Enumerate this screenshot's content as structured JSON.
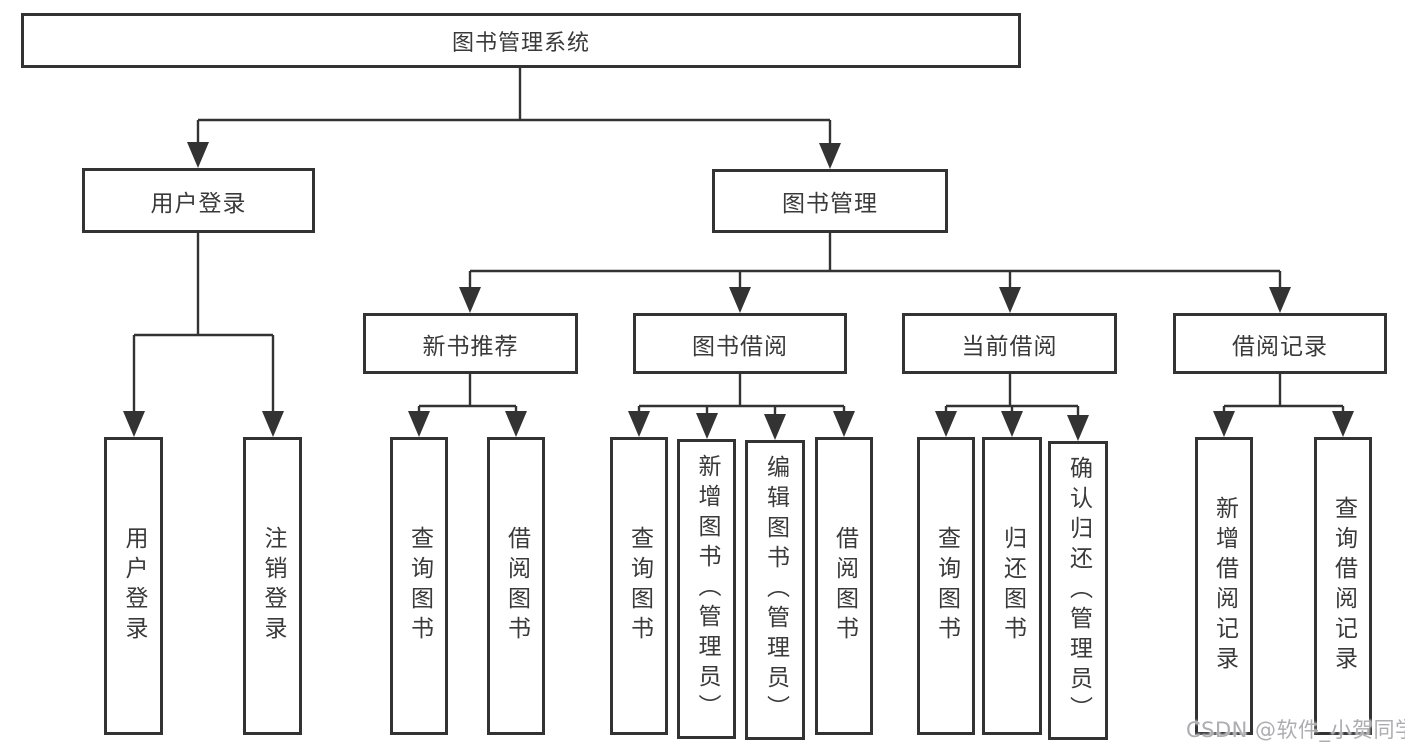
{
  "tree": {
    "root": "图书管理系统",
    "children": [
      {
        "label": "用户登录",
        "children": [
          {
            "label": "用户登录"
          },
          {
            "label": "注销登录"
          }
        ]
      },
      {
        "label": "图书管理",
        "children": [
          {
            "label": "新书推荐",
            "children": [
              {
                "label": "查询图书"
              },
              {
                "label": "借阅图书"
              }
            ]
          },
          {
            "label": "图书借阅",
            "children": [
              {
                "label": "查询图书"
              },
              {
                "label": "新增图书（管理员）"
              },
              {
                "label": "编辑图书（管理员）"
              },
              {
                "label": "借阅图书"
              }
            ]
          },
          {
            "label": "当前借阅",
            "children": [
              {
                "label": "查询图书"
              },
              {
                "label": "归还图书"
              },
              {
                "label": "确认归还（管理员）"
              }
            ]
          },
          {
            "label": "借阅记录",
            "children": [
              {
                "label": "新增借阅记录"
              },
              {
                "label": "查询借阅记录"
              }
            ]
          }
        ]
      }
    ]
  },
  "watermark": "CSDN @软件_小贺同学",
  "colors": {
    "line": "#333333",
    "text": "#3a3a3a",
    "watermark": "#adadb2",
    "background": "#ffffff"
  }
}
